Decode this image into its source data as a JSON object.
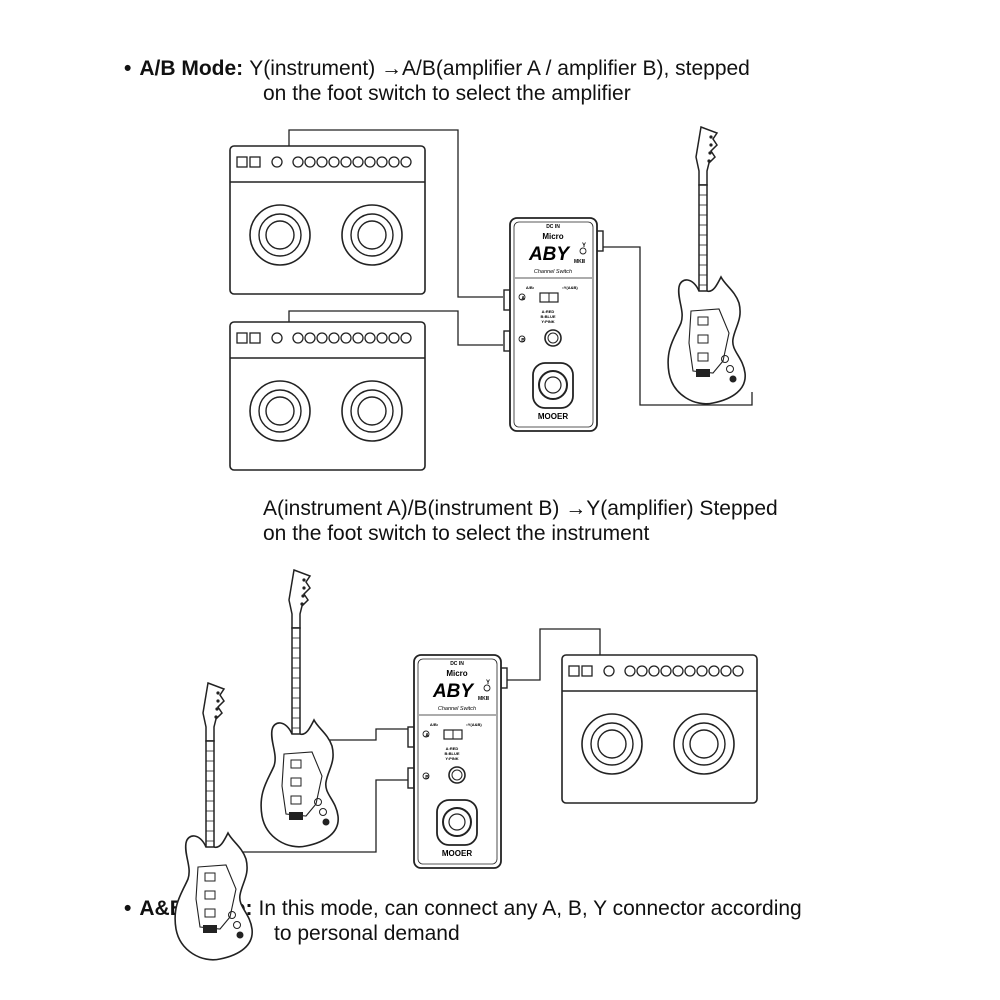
{
  "section1": {
    "bullet": "•",
    "label": "A/B Mode:",
    "line1": "Y(instrument) →A/B(amplifier A / amplifier B), stepped",
    "line2": "on the foot switch to select the amplifier"
  },
  "section2": {
    "line1": "A(instrument A)/B(instrument B) →Y(amplifier) Stepped",
    "line2": "on the foot switch to select the instrument"
  },
  "section3": {
    "bullet": "•",
    "label": "A&B Mode:",
    "line1": "In this mode, can connect any A, B, Y connector according",
    "line2": "to personal demand"
  },
  "pedal": {
    "dc_in": "DC IN",
    "brand_small": "Micro",
    "model": "ABY",
    "version": "MKⅡ",
    "subtitle": "Channel Switch",
    "mode_ab": "A/B•",
    "mode_y": "•Y(A&B)",
    "led_a": "A:RED",
    "led_b": "B:BLUE",
    "led_y": "Y:PINK",
    "brand": "MOOER",
    "port_a": "A",
    "port_b": "B",
    "port_y": "Y"
  },
  "colors": {
    "line": "#222222",
    "background": "#ffffff"
  }
}
